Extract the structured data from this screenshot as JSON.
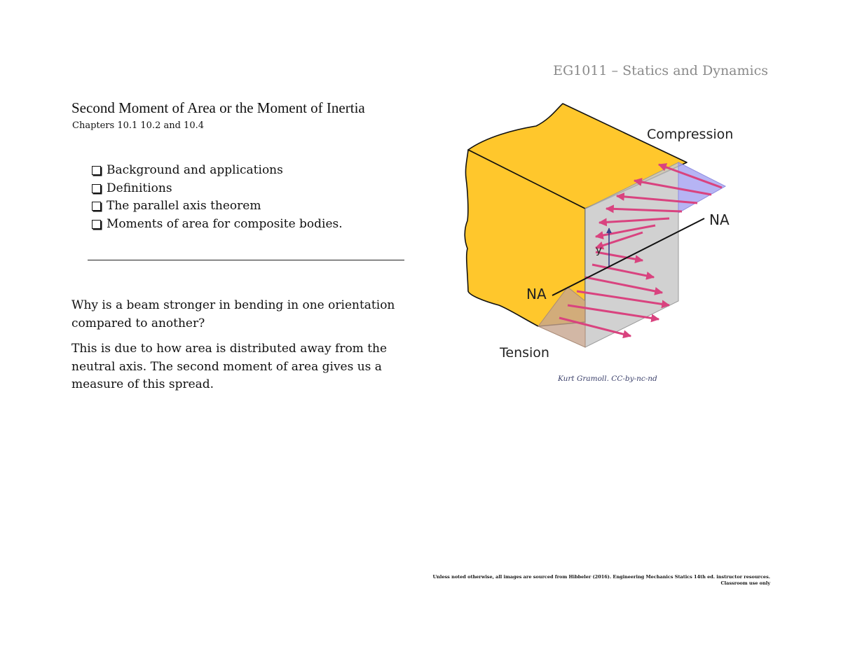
{
  "header": {
    "course": "EG1011 – Statics and Dynamics"
  },
  "slide": {
    "title": "Second Moment of Area or the Moment of Inertia",
    "subtitle": "Chapters 10.1 10.2 and 10.4",
    "bullets": [
      "Background and applications",
      "Definitions",
      "The parallel axis theorem",
      "Moments of area for composite bodies."
    ],
    "question": "Why is a beam stronger in bending in one orientation compared to another?",
    "answer": "This is due to how area is distributed away from the neutral axis. The second moment of area gives us a measure of this spread."
  },
  "figure": {
    "labels": {
      "compression": "Compression",
      "tension": "Tension",
      "na_right": "NA",
      "na_left": "NA",
      "y": "y"
    },
    "credit": "Kurt Gramoll. CC-by-nc-nd",
    "colors": {
      "beam": "#FFC72C",
      "section": "#C8C8C8",
      "arrows": "#D9437F",
      "compression_wedge": "#A9A7F2",
      "tension_wedge": "#C7A58E"
    }
  },
  "footer": {
    "line1": "Unless noted otherwise, all images are sourced from Hibbeler (2016). Engineering Mechanics Statics 14th ed. instructor resources.",
    "line2": "Classroom use only"
  }
}
